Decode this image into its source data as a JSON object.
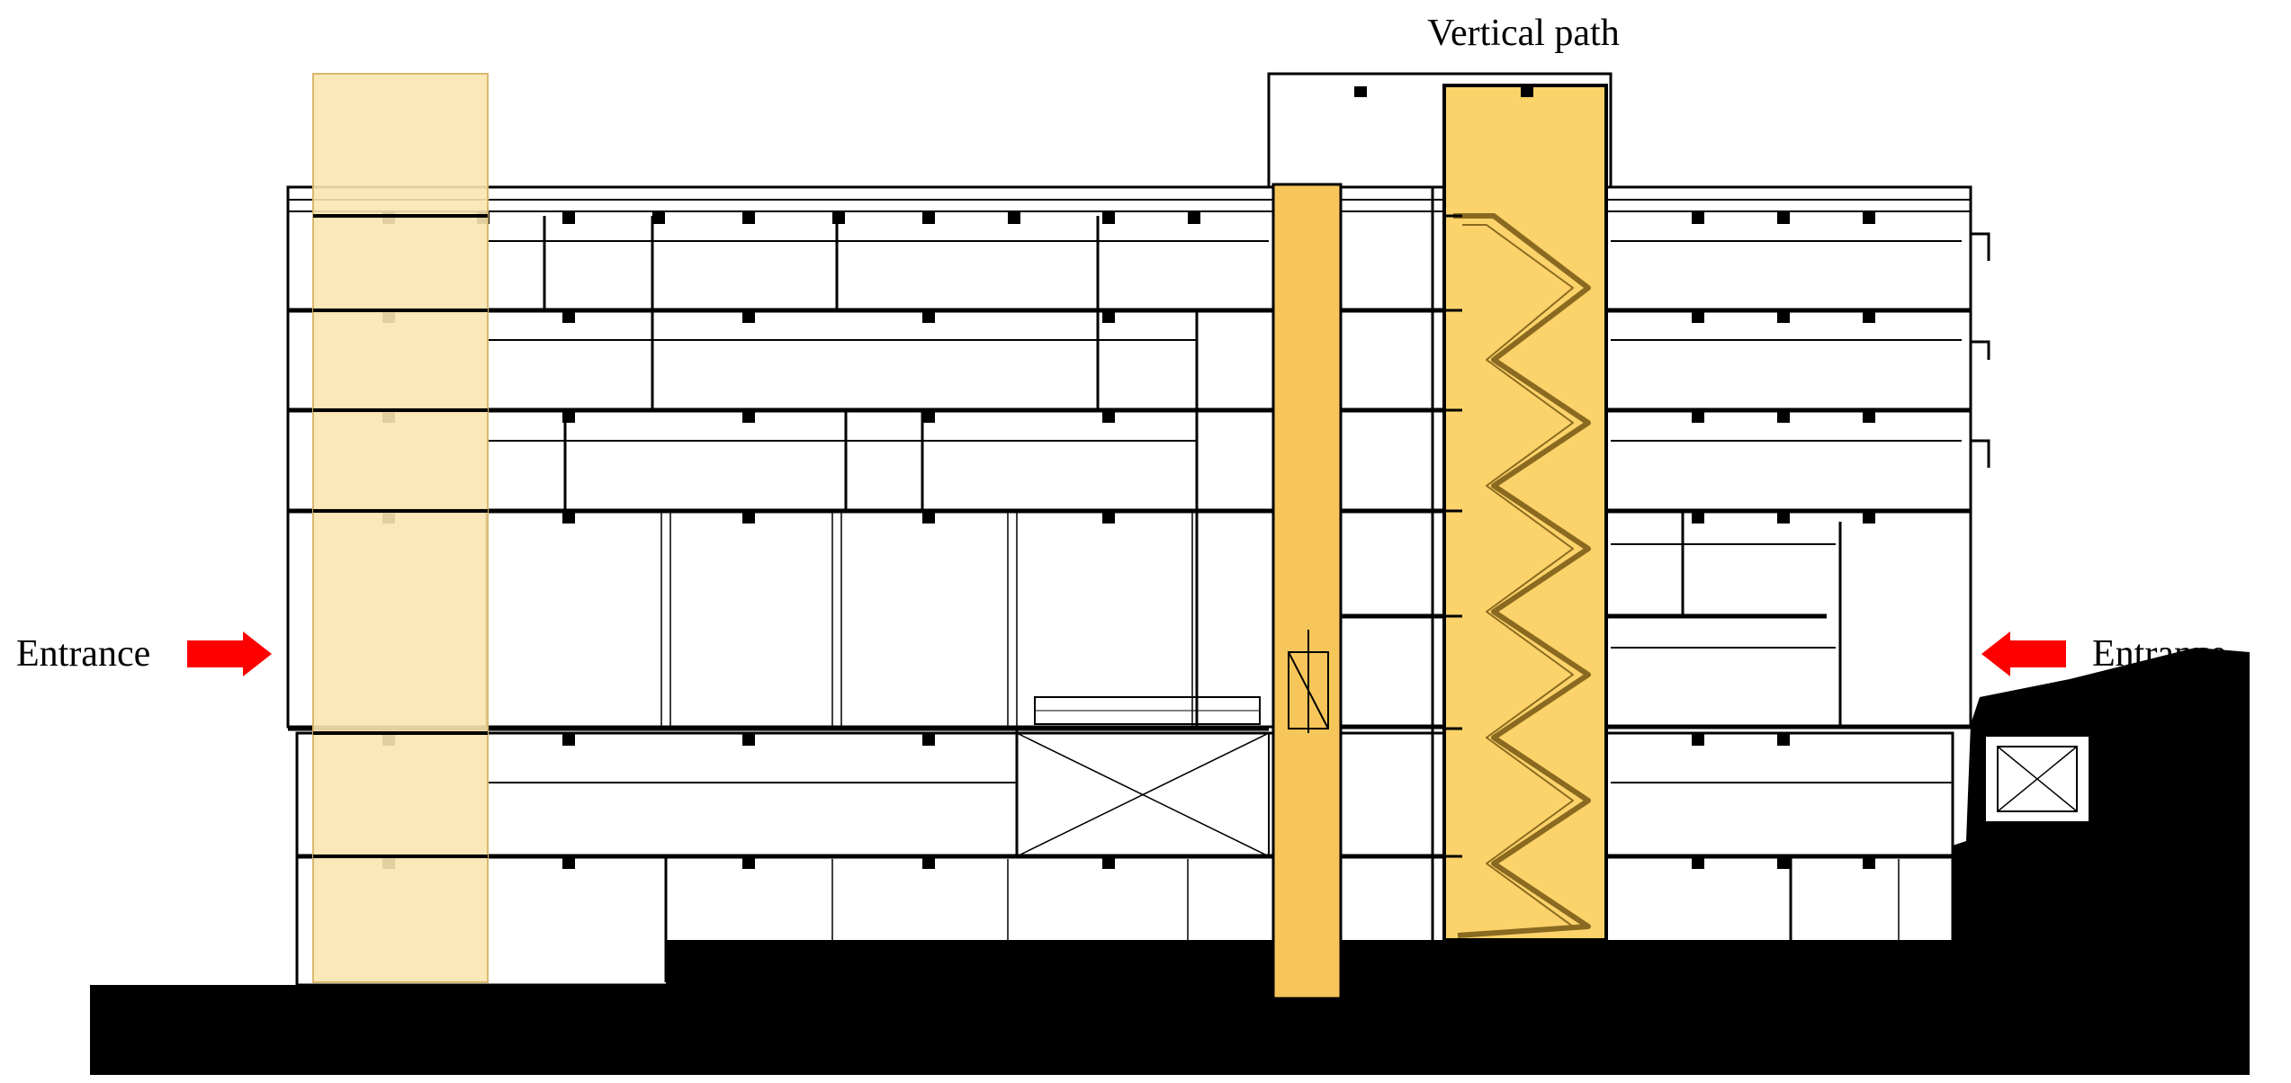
{
  "labels": {
    "vertical_path": "Vertical path",
    "entrance_left": "Entrance",
    "entrance_right": "Entrance"
  },
  "colors": {
    "ground": "#000000",
    "highlight_light": "#fae6b0",
    "highlight_strong": "#fbd36a",
    "elevator_fill": "#f6c65a",
    "arrow": "#ff0000",
    "line": "#000000"
  }
}
